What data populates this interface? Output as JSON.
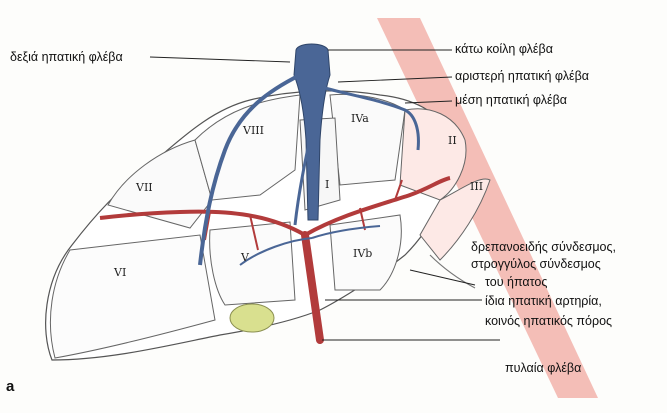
{
  "figure": {
    "panel_letter": "a",
    "labels": {
      "right_hepatic_vein": "δεξιά ηπατική φλέβα",
      "inferior_vena_cava": "κάτω κοίλη φλέβα",
      "left_hepatic_vein": "αριστερή ηπατική φλέβα",
      "middle_hepatic_vein": "μέση ηπατική φλέβα",
      "falciform_line1": "δρεπανοειδής σύνδεσμος,",
      "falciform_line2": "στρογγύλος σύνδεσμος",
      "falciform_line3": "του ήπατος",
      "artery_line1": "ίδια ηπατική αρτηρία,",
      "artery_line2": "κοινός ηπατικός πόρος",
      "portal_vein": "πυλαία φλέβα"
    },
    "segments": {
      "s2": "II",
      "s3": "III",
      "s4a": "IVa",
      "s4b": "IVb",
      "s1": "I",
      "s5": "V",
      "s6": "VI",
      "s7": "VII",
      "s8": "VIII"
    },
    "colors": {
      "vein": "#4a6696",
      "artery": "#b23b3b",
      "plane": "#f0a8a0",
      "outline": "#555555",
      "gallbladder": "#d9e08f"
    }
  }
}
